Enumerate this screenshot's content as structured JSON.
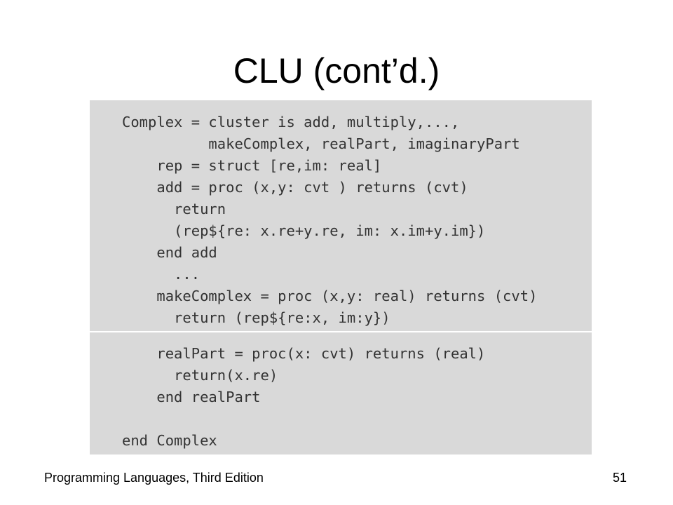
{
  "title": "CLU (cont’d.)",
  "code": {
    "top": [
      "Complex = cluster is add, multiply,...,",
      "          makeComplex, realPart, imaginaryPart",
      "    rep = struct [re,im: real]",
      "    add = proc (x,y: cvt ) returns (cvt)",
      "      return",
      "      (rep${re: x.re+y.re, im: x.im+y.im})",
      "    end add",
      "      ...",
      "    makeComplex = proc (x,y: real) returns (cvt)",
      "      return (rep${re:x, im:y})"
    ],
    "bottom": [
      "    realPart = proc(x: cvt) returns (real)",
      "      return(x.re)",
      "    end realPart",
      "",
      "end Complex"
    ]
  },
  "footer": {
    "book": "Programming Languages, Third Edition",
    "page": "51"
  }
}
